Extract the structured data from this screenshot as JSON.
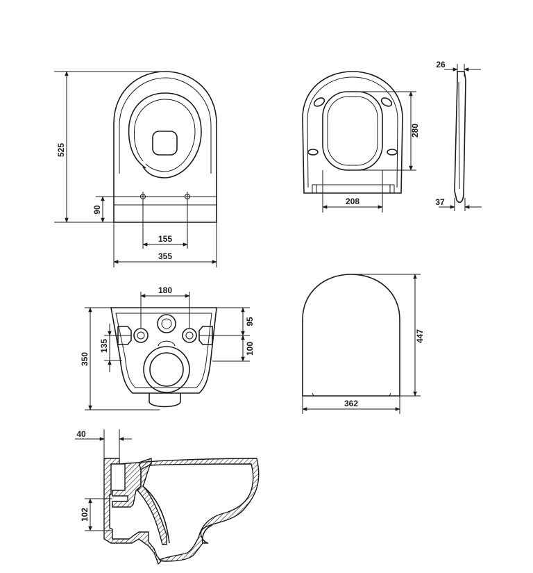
{
  "views": {
    "top": {
      "height": "525",
      "outlet_height": "90",
      "bolt_spacing": "155",
      "width": "355"
    },
    "seat_top": {
      "opening_depth": "280",
      "opening_width": "208"
    },
    "seat_side": {
      "top_thickness": "26",
      "bottom_thickness": "37"
    },
    "rear": {
      "bolt_spacing": "180",
      "height": "350",
      "bolt_height": "135",
      "inlet_offset": "95",
      "outlet_offset": "100"
    },
    "lid": {
      "depth": "447",
      "width": "362"
    },
    "section": {
      "wall_thickness": "40",
      "mount_height": "102"
    }
  }
}
